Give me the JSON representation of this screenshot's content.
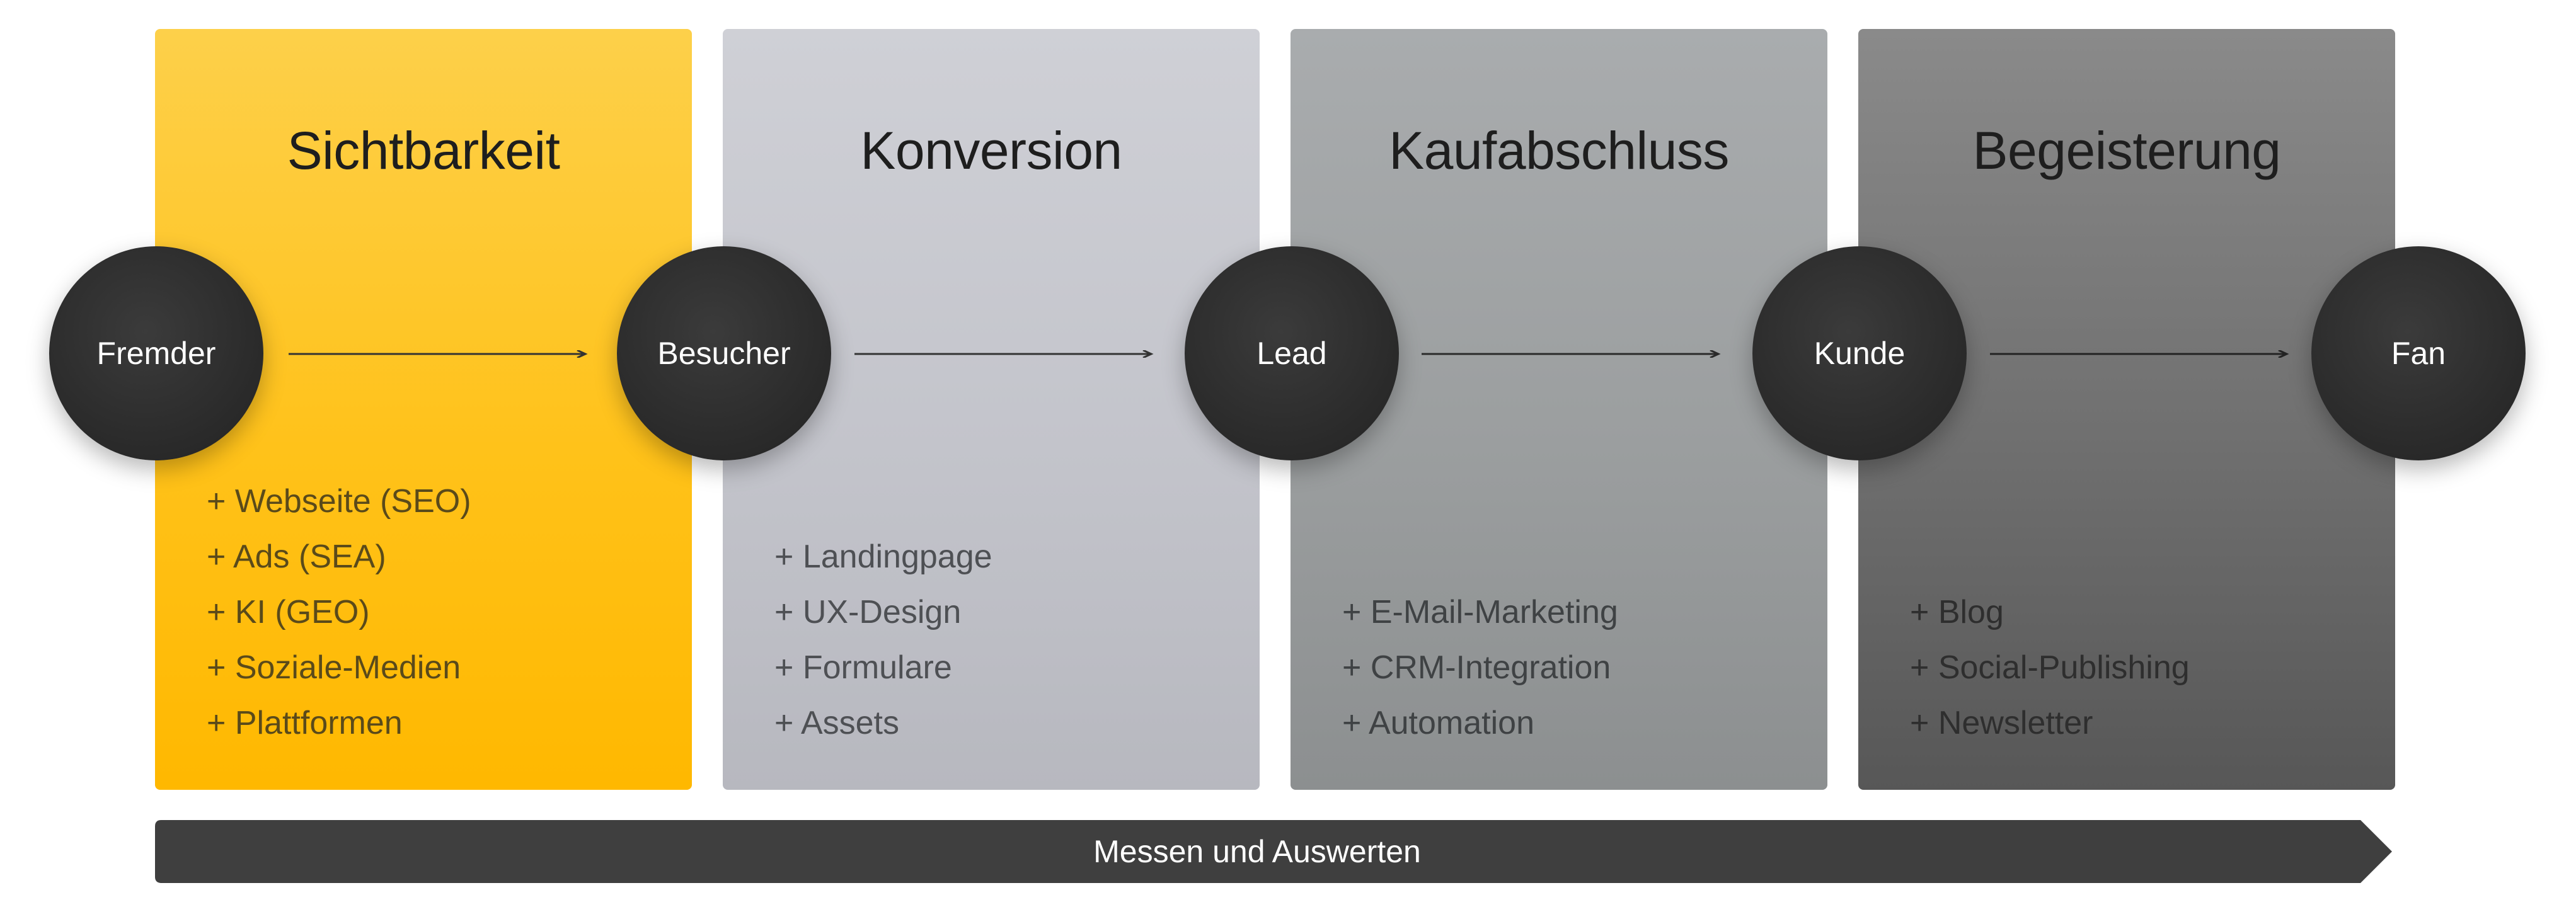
{
  "columns": [
    {
      "title": "Sichtbarkeit",
      "items": [
        "+ Webseite (SEO)",
        "+ Ads (SEA)",
        "+ KI (GEO)",
        "+ Soziale-Medien",
        "+ Plattformen"
      ],
      "color": "#ffc21a"
    },
    {
      "title": "Konversion",
      "items": [
        "+ Landingpage",
        "+ UX-Design",
        "+ Formulare",
        "+ Assets"
      ],
      "color": "#c3c4cb"
    },
    {
      "title": "Kaufabschluss",
      "items": [
        "+ E-Mail-Marketing",
        "+ CRM-Integration",
        "+ Automation"
      ],
      "color": "#9b9e9f"
    },
    {
      "title": "Begeisterung",
      "items": [
        "+ Blog",
        "+ Social-Publishing",
        "+ Newsletter"
      ],
      "color": "#6f6f6f"
    }
  ],
  "stages": [
    "Fremder",
    "Besucher",
    "Lead",
    "Kunde",
    "Fan"
  ],
  "footer": {
    "label": "Messen und Auswerten",
    "color": "#3f3f3f"
  }
}
